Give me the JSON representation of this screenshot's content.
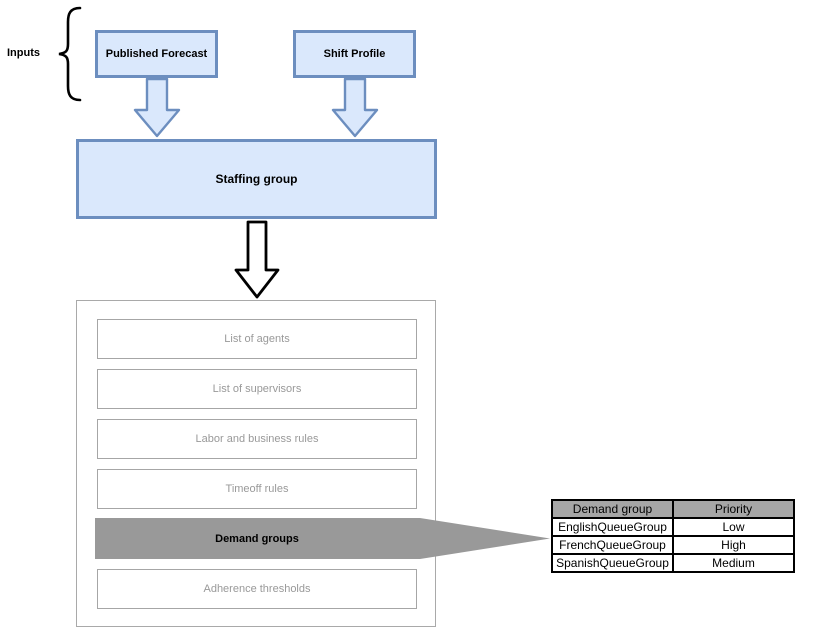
{
  "diagram": {
    "inputs_label": "Inputs",
    "published_forecast_label": "Published Forecast",
    "shift_profile_label": "Shift Profile",
    "staffing_group_label": "Staffing group",
    "config_items": [
      {
        "label": "List of agents"
      },
      {
        "label": "List of supervisors"
      },
      {
        "label": "Labor and business rules"
      },
      {
        "label": "Timeoff rules"
      },
      {
        "label": "Adherence thresholds"
      }
    ],
    "highlighted_item_label": "Demand groups",
    "colors": {
      "box_fill": "#dae8fc",
      "box_border": "#6c8ebf",
      "highlight_arrow_gray": "#999999",
      "table_header_bg": "#a6a6a6",
      "muted_item_text": "#999999",
      "muted_item_border": "#a6a6a6"
    }
  },
  "demand_table": {
    "headers": [
      "Demand group",
      "Priority"
    ],
    "rows": [
      [
        "EnglishQueueGroup",
        "Low"
      ],
      [
        "FrenchQueueGroup",
        "High"
      ],
      [
        "SpanishQueueGroup",
        "Medium"
      ]
    ]
  }
}
